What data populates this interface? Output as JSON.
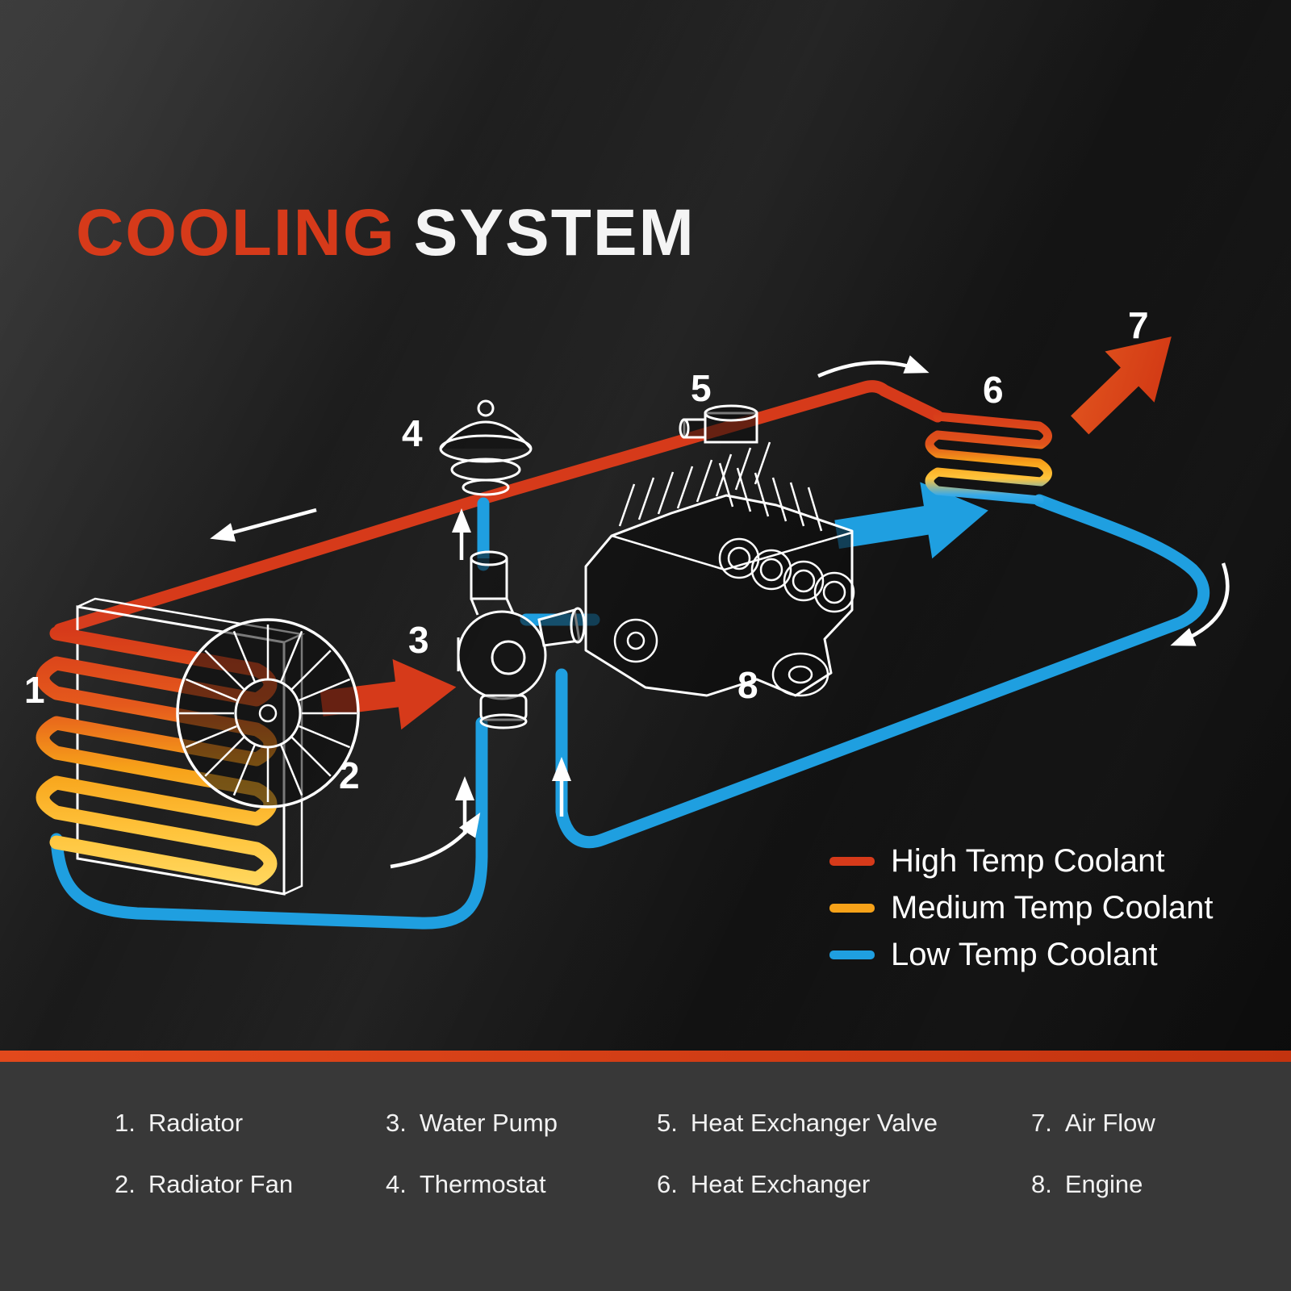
{
  "title": {
    "word1": "COOLING",
    "word2": "SYSTEM"
  },
  "colors": {
    "high_temp": "#d63a1a",
    "medium_temp": "#f7a219",
    "low_temp": "#1f9fe0",
    "background": "#141414",
    "footer_background": "#383838",
    "accent_bar": "#d63a1a",
    "line_art": "#ffffff"
  },
  "legend": {
    "items": [
      {
        "label": "High Temp Coolant",
        "color": "#d63a1a"
      },
      {
        "label": "Medium Temp Coolant",
        "color": "#f7a219"
      },
      {
        "label": "Low Temp Coolant",
        "color": "#1f9fe0"
      }
    ]
  },
  "diagram": {
    "markers": [
      {
        "number": "1",
        "name": "Radiator"
      },
      {
        "number": "2",
        "name": "Radiator Fan"
      },
      {
        "number": "3",
        "name": "Water Pump"
      },
      {
        "number": "4",
        "name": "Thermostat"
      },
      {
        "number": "5",
        "name": "Heat Exchanger Valve"
      },
      {
        "number": "6",
        "name": "Heat Exchanger"
      },
      {
        "number": "7",
        "name": "Air Flow"
      },
      {
        "number": "8",
        "name": "Engine"
      }
    ]
  },
  "parts": {
    "items": [
      {
        "num": "1.",
        "name": "Radiator"
      },
      {
        "num": "2.",
        "name": "Radiator Fan"
      },
      {
        "num": "3.",
        "name": "Water Pump"
      },
      {
        "num": "4.",
        "name": "Thermostat"
      },
      {
        "num": "5.",
        "name": "Heat Exchanger Valve"
      },
      {
        "num": "6.",
        "name": "Heat Exchanger"
      },
      {
        "num": "7.",
        "name": "Air Flow"
      },
      {
        "num": "8.",
        "name": "Engine"
      }
    ]
  }
}
